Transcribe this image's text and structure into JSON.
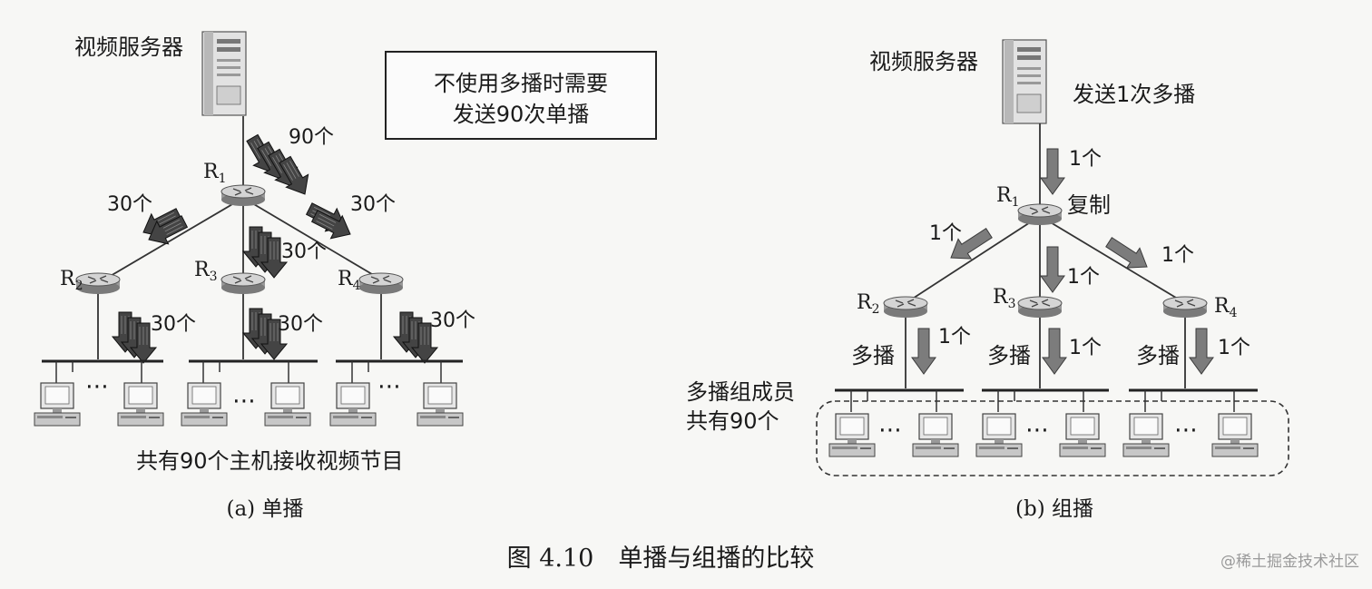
{
  "panel_a": {
    "server_label": "视频服务器",
    "notice_line1": "不使用多播时需要",
    "notice_line2": "发送90次单播",
    "count_90": "90个",
    "count_30": "30个",
    "r1": "R",
    "r2": "R",
    "r3": "R",
    "r4": "R",
    "sub1": "1",
    "sub2": "2",
    "sub3": "3",
    "sub4": "4",
    "ellipsis": "⋯",
    "hosts_caption": "共有90个主机接收视频节目",
    "caption": "(a) 单播"
  },
  "panel_b": {
    "server_label": "视频服务器",
    "send_once": "发送1次多播",
    "count_1": "1个",
    "copy_label": "复制",
    "multicast_label": "多播",
    "members_line1": "多播组成员",
    "members_line2": "共有90个",
    "ellipsis": "⋯",
    "caption": "(b) 组播"
  },
  "figure_caption": "图 4.10　单播与组播的比较",
  "watermark": "@稀土掘金技术社区",
  "icons": [
    "server-icon",
    "router-icon",
    "computer-icon",
    "arrow-icon"
  ]
}
